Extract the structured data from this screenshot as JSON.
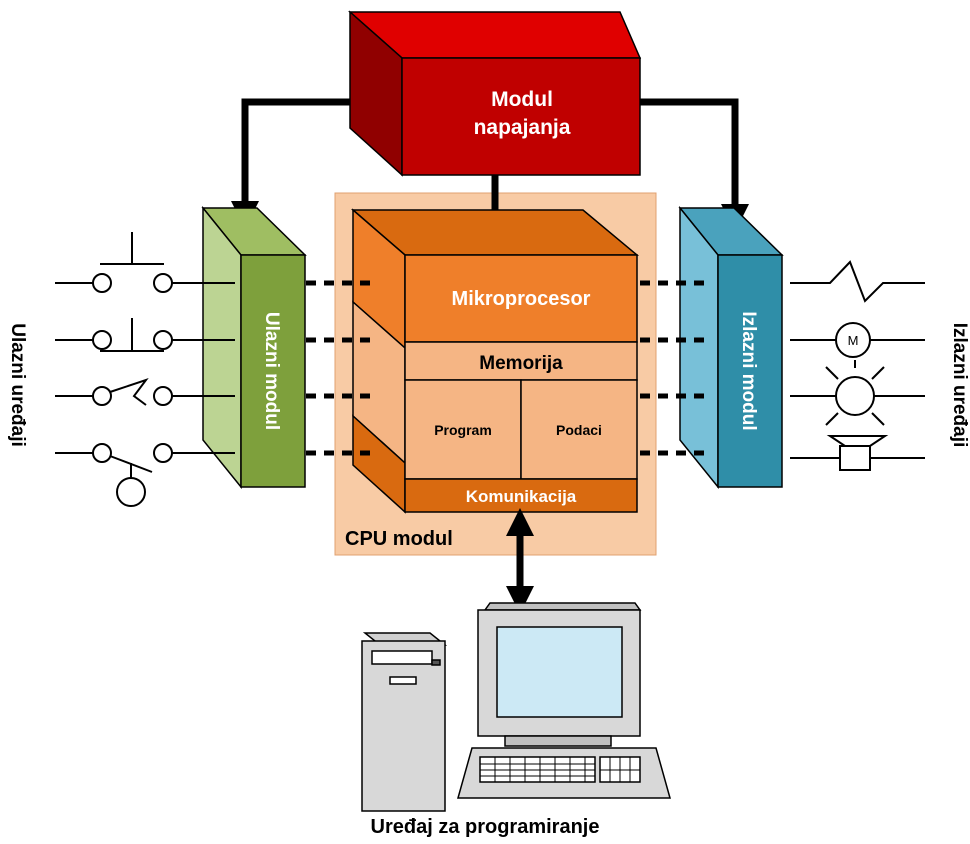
{
  "power_module": {
    "label_line1": "Modul",
    "label_line2": "napajanja"
  },
  "cpu": {
    "container_label": "CPU modul",
    "microprocessor": "Mikroprocesor",
    "memory": "Memorija",
    "program": "Program",
    "data": "Podaci",
    "communication": "Komunikacija"
  },
  "input_module": {
    "label": "Ulazni modul"
  },
  "output_module": {
    "label": "Izlazni modul"
  },
  "side_labels": {
    "inputs": "Ulazni uređaji",
    "outputs": "Izlazni uređaji"
  },
  "programming_device": {
    "label": "Uređaj za programiranje"
  },
  "motor_symbol": {
    "letter": "M"
  },
  "colors": {
    "power_front": "#c00000",
    "power_top": "#e00000",
    "power_side": "#900000",
    "cpu_front": "#ef7f2a",
    "cpu_top": "#d96a10",
    "cpu_container": "#f8cba5",
    "input_front": "#7ea03c",
    "input_side": "#bcd493",
    "output_front": "#2f8ea8",
    "output_side": "#78c0d8"
  }
}
